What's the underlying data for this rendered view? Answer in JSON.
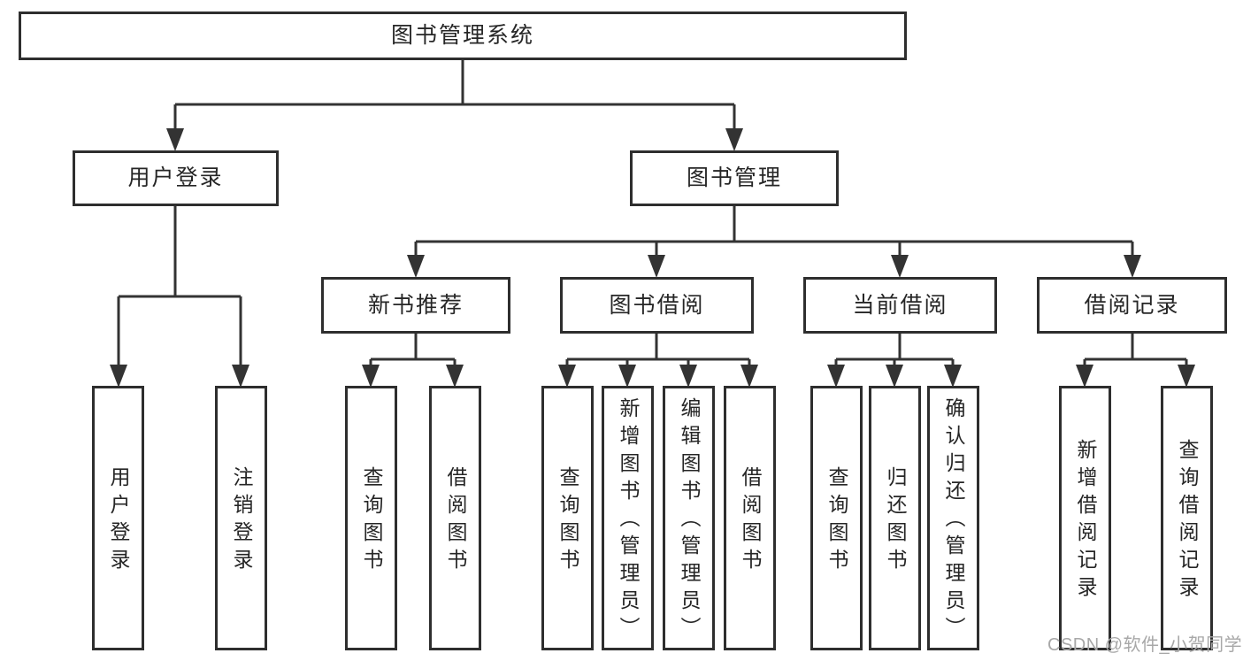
{
  "diagram": {
    "root": {
      "label": "图书管理系统"
    },
    "branches": [
      {
        "label": "用户登录",
        "children": [
          {
            "label": "用户登录"
          },
          {
            "label": "注销登录"
          }
        ]
      },
      {
        "label": "图书管理",
        "children": [
          {
            "label": "新书推荐",
            "children": [
              {
                "label": "查询图书"
              },
              {
                "label": "借阅图书"
              }
            ]
          },
          {
            "label": "图书借阅",
            "children": [
              {
                "label": "查询图书"
              },
              {
                "label": "新增图书（管理员）"
              },
              {
                "label": "编辑图书（管理员）"
              },
              {
                "label": "借阅图书"
              }
            ]
          },
          {
            "label": "当前借阅",
            "children": [
              {
                "label": "查询图书"
              },
              {
                "label": "归还图书"
              },
              {
                "label": "确认归还（管理员）"
              }
            ]
          },
          {
            "label": "借阅记录",
            "children": [
              {
                "label": "新增借阅记录"
              },
              {
                "label": "查询借阅记录"
              }
            ]
          }
        ]
      }
    ]
  },
  "watermark": {
    "text": "CSDN @软件_小贺同学"
  },
  "colors": {
    "line": "#333333",
    "box_border": "#2e2e2e",
    "text": "#262626",
    "watermark": "#a8a8a8",
    "background": "#ffffff"
  }
}
